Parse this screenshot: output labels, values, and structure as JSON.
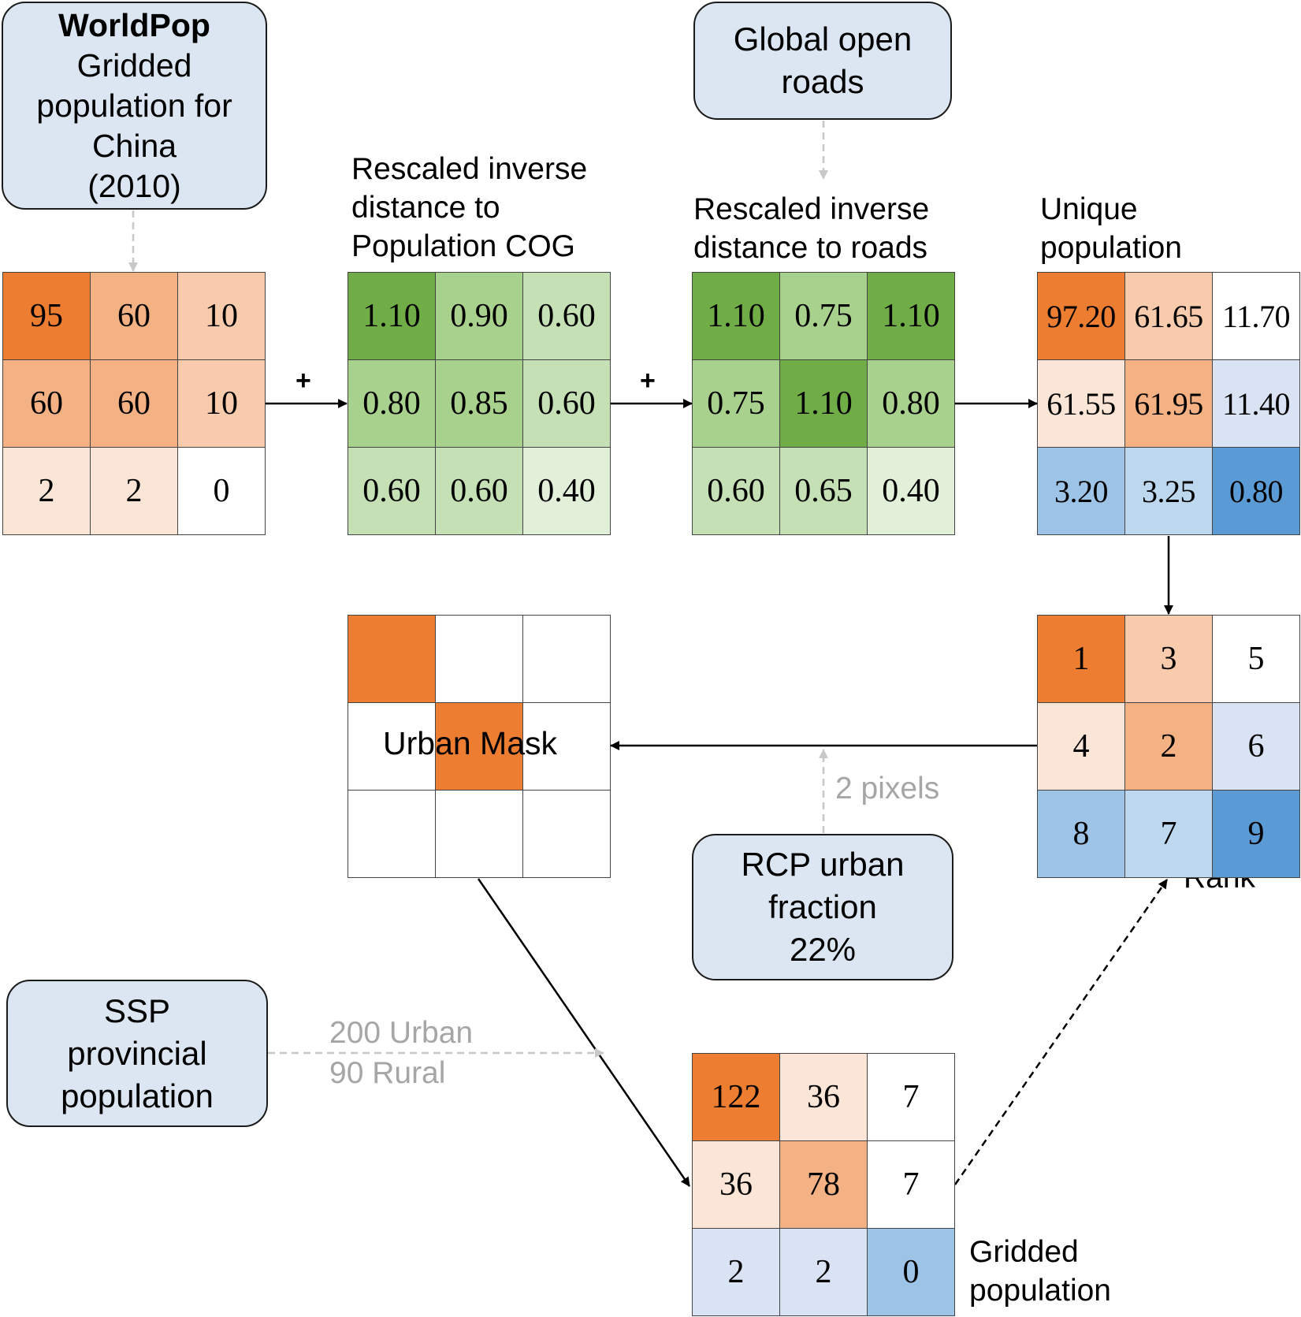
{
  "sources": {
    "worldpop": {
      "title": "WorldPop",
      "lines": [
        "Gridded",
        "population for",
        "China",
        "(2010)"
      ]
    },
    "roads": {
      "lines": [
        "Global open",
        "roads"
      ]
    },
    "rcp": {
      "lines": [
        "RCP urban",
        "fraction",
        "22%"
      ]
    },
    "ssp": {
      "lines": [
        "SSP",
        "provincial",
        "population"
      ]
    }
  },
  "labels": {
    "cog": [
      "Rescaled inverse",
      "distance to",
      "Population COG"
    ],
    "roads_dist": [
      "Rescaled inverse",
      "distance to roads"
    ],
    "unique": [
      "Unique",
      "population"
    ],
    "rank": "Rank",
    "gridded": [
      "Gridded",
      "population"
    ],
    "urban_mask": "Urban Mask"
  },
  "operators": {
    "plus": "+"
  },
  "annotations": {
    "pixels": "2 pixels",
    "urban": "200 Urban",
    "rural": "90 Rural"
  },
  "grids": {
    "worldpop": [
      [
        "95",
        "60",
        "10"
      ],
      [
        "60",
        "60",
        "10"
      ],
      [
        "2",
        "2",
        "0"
      ]
    ],
    "cog": [
      [
        "1.10",
        "0.90",
        "0.60"
      ],
      [
        "0.80",
        "0.85",
        "0.60"
      ],
      [
        "0.60",
        "0.60",
        "0.40"
      ]
    ],
    "roads": [
      [
        "1.10",
        "0.75",
        "1.10"
      ],
      [
        "0.75",
        "1.10",
        "0.80"
      ],
      [
        "0.60",
        "0.65",
        "0.40"
      ]
    ],
    "unique": [
      [
        "97.20",
        "61.65",
        "11.70"
      ],
      [
        "61.55",
        "61.95",
        "11.40"
      ],
      [
        "3.20",
        "3.25",
        "0.80"
      ]
    ],
    "rank": [
      [
        "1",
        "3",
        "5"
      ],
      [
        "4",
        "2",
        "6"
      ],
      [
        "8",
        "7",
        "9"
      ]
    ],
    "mask": [
      [
        "",
        "",
        ""
      ],
      [
        "",
        "",
        ""
      ],
      [
        "",
        "",
        ""
      ]
    ],
    "gridded": [
      [
        "122",
        "36",
        "7"
      ],
      [
        "36",
        "78",
        "7"
      ],
      [
        "2",
        "2",
        "0"
      ]
    ]
  },
  "colors": {
    "worldpop": [
      [
        "#ed7d31",
        "#f4b183",
        "#f8cbad"
      ],
      [
        "#f4b183",
        "#f4b183",
        "#f8cbad"
      ],
      [
        "#fbe5d6",
        "#fbe5d6",
        "#ffffff"
      ]
    ],
    "cog": [
      [
        "#70ad47",
        "#a9d18e",
        "#c5e0b4"
      ],
      [
        "#a9d18e",
        "#a9d18e",
        "#c5e0b4"
      ],
      [
        "#c5e0b4",
        "#c5e0b4",
        "#e2f0d9"
      ]
    ],
    "roads": [
      [
        "#70ad47",
        "#a9d18e",
        "#70ad47"
      ],
      [
        "#a9d18e",
        "#70ad47",
        "#a9d18e"
      ],
      [
        "#c5e0b4",
        "#c5e0b4",
        "#e2f0d9"
      ]
    ],
    "unique": [
      [
        "#ed7d31",
        "#f8cbad",
        "#ffffff"
      ],
      [
        "#fbe5d6",
        "#f4b183",
        "#dae3f3"
      ],
      [
        "#9dc3e6",
        "#bdd7ee",
        "#5b9bd5"
      ]
    ],
    "rank": [
      [
        "#ed7d31",
        "#f8cbad",
        "#ffffff"
      ],
      [
        "#fbe5d6",
        "#f4b183",
        "#dae3f3"
      ],
      [
        "#9dc3e6",
        "#bdd7ee",
        "#5b9bd5"
      ]
    ],
    "mask": [
      [
        "#ed7d31",
        "#ffffff",
        "#ffffff"
      ],
      [
        "#ffffff",
        "#ed7d31",
        "#ffffff"
      ],
      [
        "#ffffff",
        "#ffffff",
        "#ffffff"
      ]
    ],
    "gridded": [
      [
        "#ed7d31",
        "#fbe5d6",
        "#ffffff"
      ],
      [
        "#fbe5d6",
        "#f4b183",
        "#ffffff"
      ],
      [
        "#dae3f3",
        "#dae3f3",
        "#9dc3e6"
      ]
    ]
  }
}
